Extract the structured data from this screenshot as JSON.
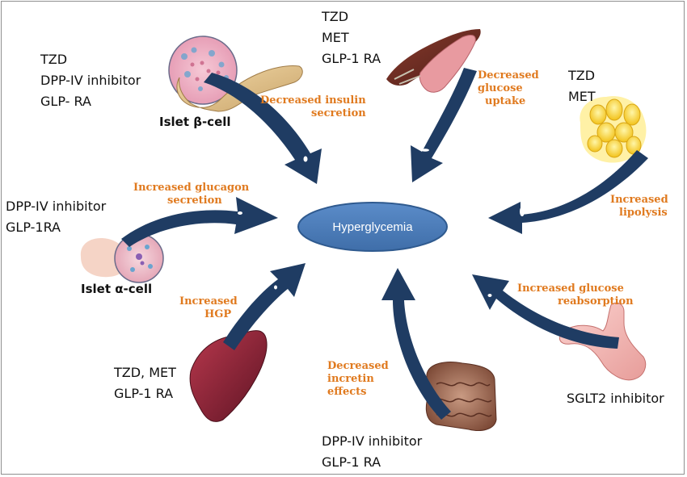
{
  "center": {
    "label": "Hyperglycemia"
  },
  "colors": {
    "arrow": "#1f3c63",
    "ellipse_fill": "#4e7fbe",
    "ellipse_stroke": "#2f5a8f",
    "effect_text": "#e07a1f"
  },
  "pancreas_beta": {
    "drugs": [
      "TZD",
      "DPP-IV inhibitor",
      "GLP- RA"
    ],
    "organ_label": "Islet β-cell",
    "effect": [
      "Decreased insulin",
      "secretion"
    ]
  },
  "muscle": {
    "drugs": [
      "TZD",
      "MET",
      "GLP-1 RA"
    ],
    "effect": [
      "Decreased",
      "glucose",
      "uptake"
    ]
  },
  "adipose": {
    "drugs": [
      "TZD",
      "MET"
    ],
    "effect": [
      "Increased",
      "lipolysis"
    ]
  },
  "alpha_cell": {
    "drugs": [
      "DPP-IV inhibitor",
      "GLP-1RA"
    ],
    "organ_label": "Islet α-cell",
    "effect": [
      "Increased glucagon",
      "secretion"
    ]
  },
  "liver": {
    "drugs": [
      "TZD, MET",
      "GLP-1 RA"
    ],
    "effect": [
      "Increased",
      "HGP"
    ]
  },
  "gut": {
    "drugs": [
      "DPP-IV inhibitor",
      "GLP-1 RA"
    ],
    "effect": [
      "Decreased",
      "incretin",
      "effects"
    ]
  },
  "kidney": {
    "drugs": [
      "SGLT2 inhibitor"
    ],
    "effect": [
      "Increased glucose",
      "reabsorption"
    ]
  }
}
